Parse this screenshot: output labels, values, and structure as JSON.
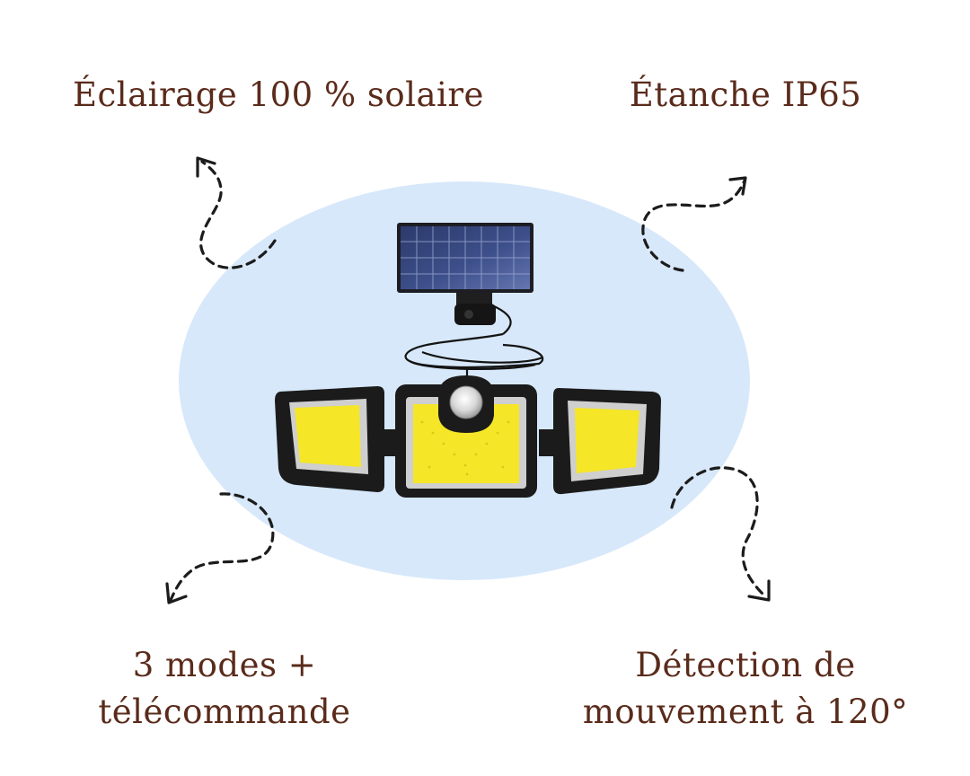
{
  "features": {
    "solar": "Éclairage 100 % solaire",
    "waterproof": "Étanche IP65",
    "modes_line1": "3 modes +",
    "modes_line2": "télécommande",
    "detection_line1": "Détection de",
    "detection_line2": "mouvement à 120°"
  },
  "colors": {
    "text": "#5a2b1b",
    "backdrop": "#d7e8fa",
    "led": "#f5e627",
    "housing": "#1b1b1b",
    "solar_panel": "#2f3f73"
  },
  "icons": [
    "dashed-curved-arrow-icon",
    "solar-panel-icon",
    "motion-sensor-icon"
  ]
}
